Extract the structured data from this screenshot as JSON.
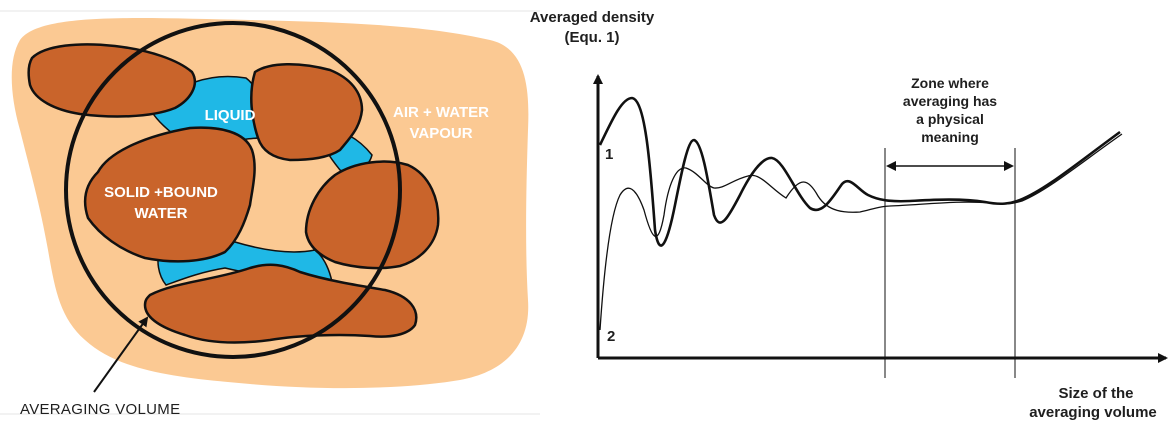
{
  "left_diagram": {
    "labels": {
      "liquid": "LIQUID",
      "air_water_line1": "AIR + WATER",
      "air_water_line2": "VAPOUR",
      "solid_line1": "SOLID +BOUND",
      "solid_line2": "WATER",
      "averaging_volume": "AVERAGING VOLUME"
    },
    "colors": {
      "air": "#fbc993",
      "solid": "#c9642b",
      "liquid": "#1fb8e6",
      "outline": "#111111"
    }
  },
  "right_graph": {
    "y_axis_label_line1": "Averaged density",
    "y_axis_label_line2": "(Equ. 1)",
    "x_axis_label_line1": "Size of the",
    "x_axis_label_line2": "averaging volume",
    "curve1_label": "1",
    "curve2_label": "2",
    "zone_label_line1": "Zone where",
    "zone_label_line2": "averaging has",
    "zone_label_line3": "a physical",
    "zone_label_line4": "meaning"
  }
}
